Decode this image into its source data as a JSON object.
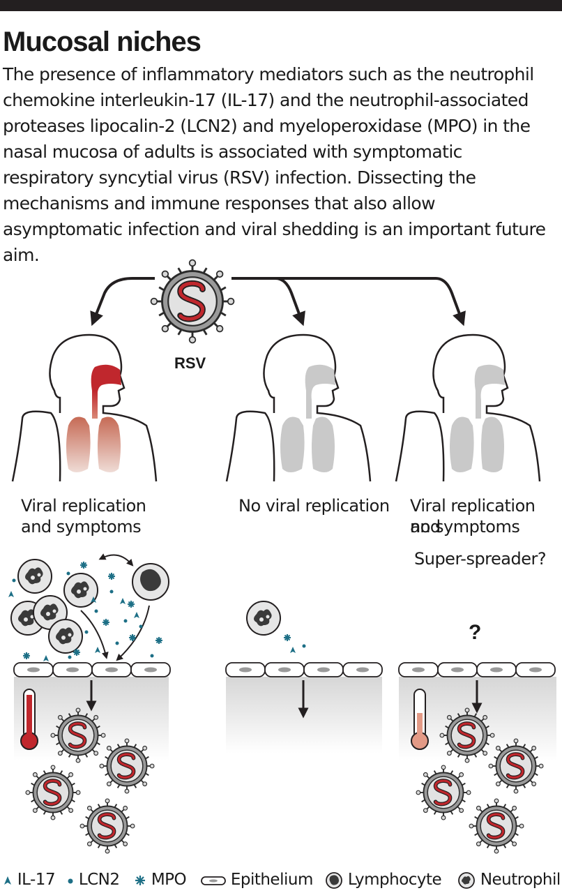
{
  "header": {
    "title": "Mucosal niches",
    "intro": "The presence of inflammatory mediators such as the neutrophil chemokine interleukin-17 (IL-17) and the neutrophil-associated proteases lipocalin-2 (LCN2) and myeloperoxidase (MPO) in the nasal mucosa of adults is associated with symptomatic respiratory syncytial virus (RSV) infection. Dissecting the mechanisms and immune responses that also allow asymptomatic infection and viral shedding is an important future aim."
  },
  "virus_label": "RSV",
  "outcomes": [
    {
      "line1": "Viral replication",
      "line2": "and symptoms"
    },
    {
      "line1": "No viral replication",
      "line2": ""
    },
    {
      "line1": "Viral replication and",
      "line2": "no symptoms",
      "note": "Super-spreader?"
    }
  ],
  "unknown_mark": "?",
  "legend": {
    "il17": "IL-17",
    "lcn2": "LCN2",
    "mpo": "MPO",
    "epithelium": "Epithelium",
    "lymphocyte": "Lymphocyte",
    "neutrophil": "Neutrophil"
  },
  "colors": {
    "teal": "#1d6f86",
    "red": "#c0272d",
    "salmon": "#e39a86",
    "grey_organ": "#c9c9c9",
    "dark": "#231f20"
  }
}
